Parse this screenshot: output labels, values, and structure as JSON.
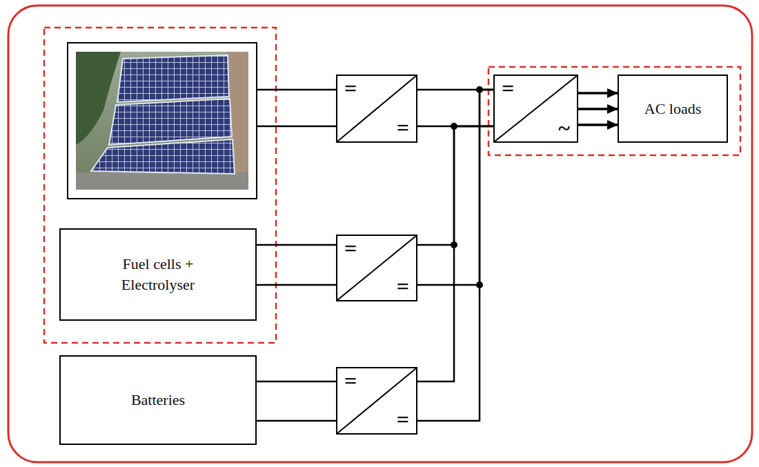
{
  "diagram": {
    "nodes": [
      {
        "text": [
          "=",
          "="
        ]
      },
      {
        "text": [
          "=",
          "~"
        ]
      },
      {
        "text": [
          "AC loads"
        ]
      },
      {
        "text": [
          "Fuel cells + Electrolyser"
        ]
      },
      {
        "text": [
          "=",
          "="
        ]
      },
      {
        "text": [
          "Batteries"
        ]
      },
      {
        "text": [
          "=",
          "="
        ]
      }
    ],
    "edges": [
      {
        "from": 0,
        "to": 1,
        "arrow": "none"
      },
      {
        "from": 0,
        "to": 1,
        "arrow": "none"
      },
      {
        "from": 1,
        "to": 2,
        "arrow": "to"
      },
      {
        "from": 1,
        "to": 2,
        "arrow": "to"
      },
      {
        "from": 1,
        "to": 2,
        "arrow": "to"
      },
      {
        "from": 3,
        "to": 4,
        "arrow": "none"
      },
      {
        "from": 3,
        "to": 4,
        "arrow": "none"
      },
      {
        "from": 4,
        "to": 1,
        "arrow": "none"
      },
      {
        "from": 4,
        "to": 1,
        "arrow": "none"
      },
      {
        "from": 5,
        "to": 6,
        "arrow": "none"
      },
      {
        "from": 5,
        "to": 6,
        "arrow": "none"
      },
      {
        "from": 6,
        "to": 1,
        "arrow": "none"
      },
      {
        "from": 6,
        "to": 1,
        "arrow": "none"
      }
    ]
  }
}
